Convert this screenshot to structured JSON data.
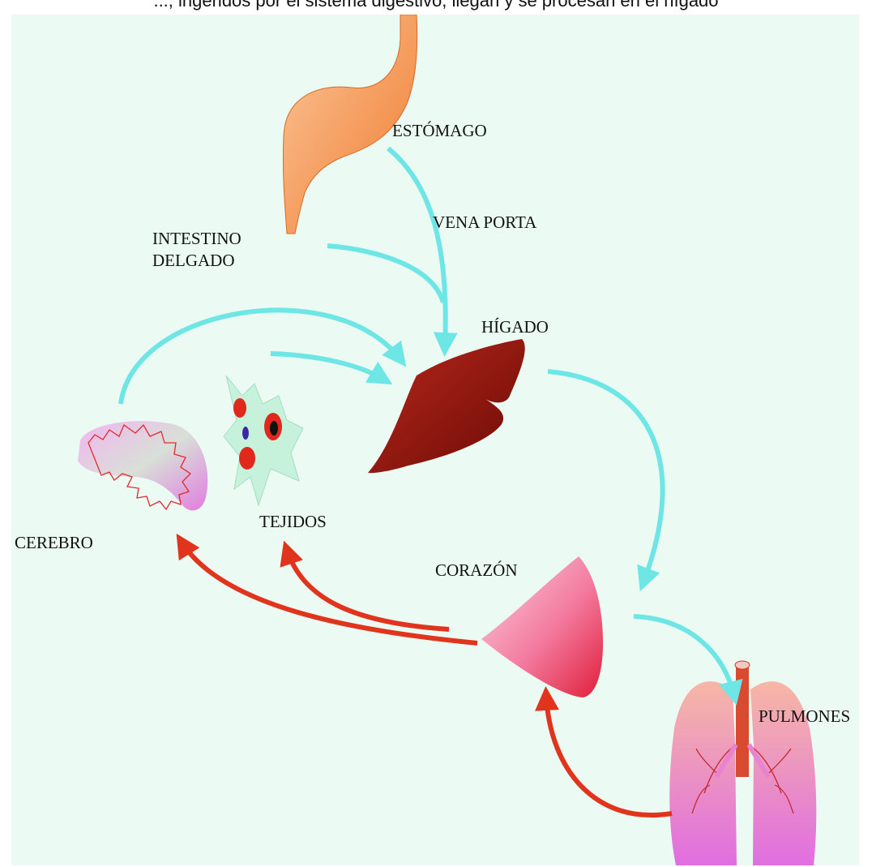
{
  "header": {
    "caption": "..., ingeridos por el sistema digestivo, llegan y se procesan en el hígado"
  },
  "colors": {
    "background": "#ebfbf4",
    "venous_arrow": "#6fe6e6",
    "arterial_arrow": "#e0341c",
    "stomach": "#f7a163",
    "liver": "#a31b10",
    "heart": "#f25a7d",
    "brain": "#e9a6e8",
    "lungs": "#e98ad6",
    "trachea": "#d94b30"
  },
  "labels": {
    "stomach": "ESTÓMAGO",
    "portal_vein": "VENA PORTA",
    "small_intestine_line1": "INTESTINO",
    "small_intestine_line2": "DELGADO",
    "liver": "HÍGADO",
    "tissues": "TEJIDOS",
    "brain": "CEREBRO",
    "heart": "CORAZÓN",
    "lungs": "PULMONES"
  },
  "icons": {
    "stomach": "stomach-icon",
    "liver": "liver-icon",
    "brain": "brain-icon",
    "tissues": "tissue-cells-icon",
    "heart": "heart-icon",
    "lungs": "lungs-icon"
  }
}
